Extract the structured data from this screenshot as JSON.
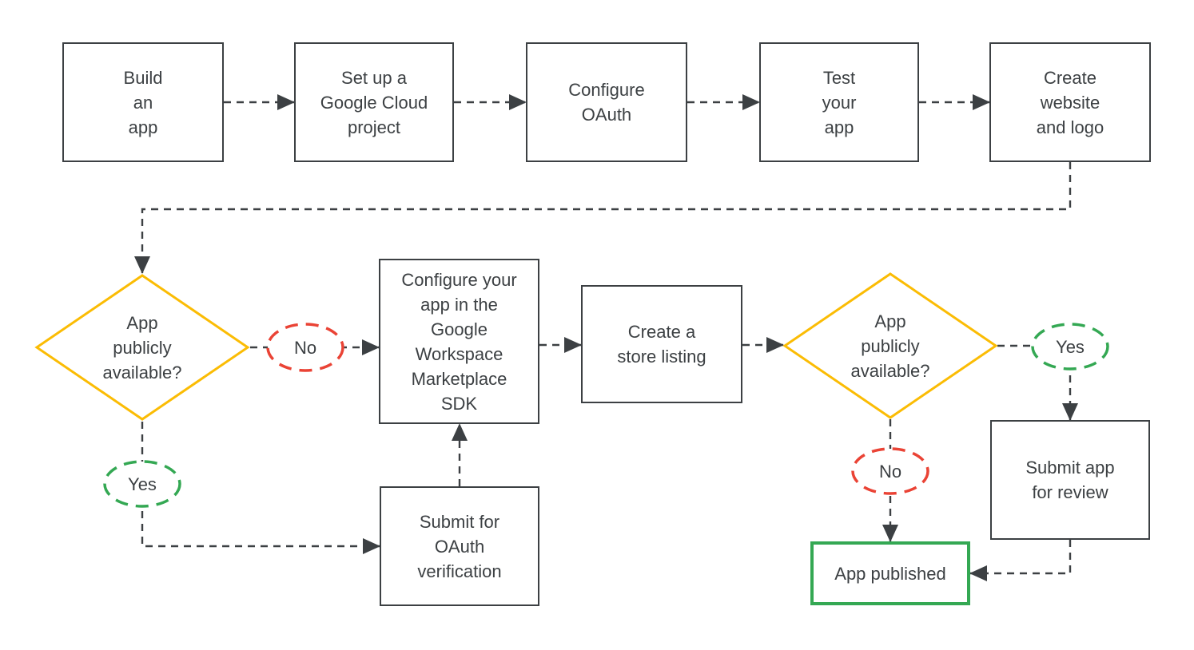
{
  "diagram": {
    "type": "flowchart",
    "colors": {
      "outline": "#3c4043",
      "text": "#3c4043",
      "decision_border": "#fbbc04",
      "no_border": "#ea4335",
      "yes_border": "#34a853",
      "published_border": "#34a853",
      "background": "#ffffff"
    },
    "nodes": {
      "build": {
        "label": "Build\nan\napp"
      },
      "setup": {
        "label": "Set up a\nGoogle Cloud\nproject"
      },
      "configure_oauth": {
        "label": "Configure\nOAuth"
      },
      "test": {
        "label": "Test\nyour\napp"
      },
      "website": {
        "label": "Create\nwebsite\nand logo"
      },
      "decision1": {
        "label": "App\npublicly\navailable?"
      },
      "no1": {
        "label": "No"
      },
      "yes1": {
        "label": "Yes"
      },
      "sdk": {
        "label": "Configure your\napp in the\nGoogle\nWorkspace\nMarketplace\nSDK"
      },
      "oauth_verification": {
        "label": "Submit for\nOAuth\nverification"
      },
      "store_listing": {
        "label": "Create a\nstore listing"
      },
      "decision2": {
        "label": "App\npublicly\navailable?"
      },
      "yes2": {
        "label": "Yes"
      },
      "no2": {
        "label": "No"
      },
      "review": {
        "label": "Submit app\nfor review"
      },
      "published": {
        "label": "App published"
      }
    },
    "edges": [
      {
        "from": "build",
        "to": "setup",
        "style": "dashed-arrow"
      },
      {
        "from": "setup",
        "to": "configure_oauth",
        "style": "dashed-arrow"
      },
      {
        "from": "configure_oauth",
        "to": "test",
        "style": "dashed-arrow"
      },
      {
        "from": "test",
        "to": "website",
        "style": "dashed-arrow"
      },
      {
        "from": "website",
        "to": "decision1",
        "style": "dashed-arrow"
      },
      {
        "from": "decision1",
        "via": "no1",
        "to": "sdk",
        "style": "dashed-arrow"
      },
      {
        "from": "decision1",
        "via": "yes1",
        "to": "oauth_verification",
        "style": "dashed-arrow"
      },
      {
        "from": "oauth_verification",
        "to": "sdk",
        "style": "dashed-arrow"
      },
      {
        "from": "sdk",
        "to": "store_listing",
        "style": "dashed-arrow"
      },
      {
        "from": "store_listing",
        "to": "decision2",
        "style": "dashed-arrow"
      },
      {
        "from": "decision2",
        "via": "yes2",
        "to": "review",
        "style": "dashed-arrow"
      },
      {
        "from": "decision2",
        "via": "no2",
        "to": "published",
        "style": "dashed-arrow"
      },
      {
        "from": "review",
        "to": "published",
        "style": "dashed-arrow"
      }
    ]
  }
}
